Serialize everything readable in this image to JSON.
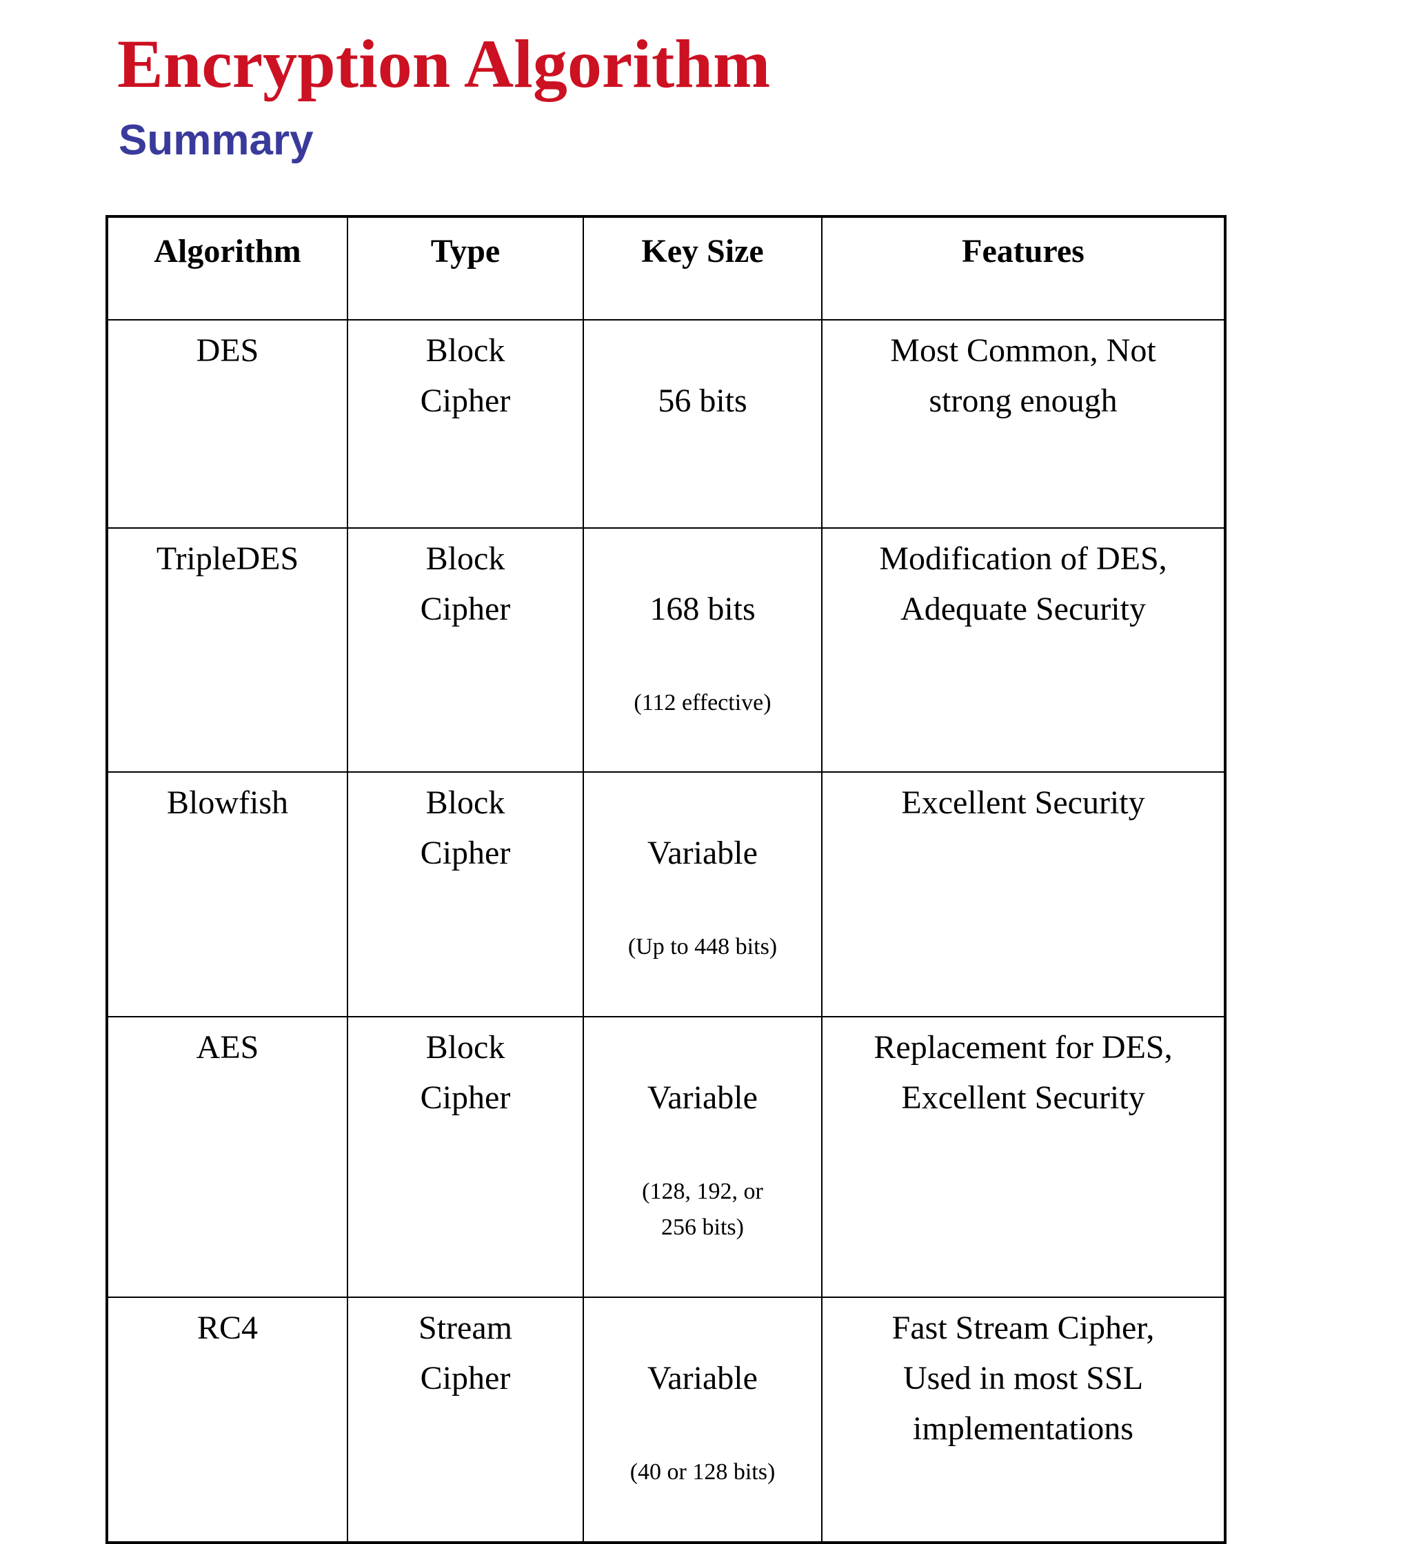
{
  "title": "Encryption Algorithm",
  "subtitle": "Summary",
  "colors": {
    "title": "#cc1122",
    "subtitle": "#3a3a9c",
    "text": "#000000",
    "border": "#000000",
    "background": "#ffffff"
  },
  "table": {
    "headers": [
      "Algorithm",
      "Type",
      "Key Size",
      "Features"
    ],
    "rows": [
      {
        "algorithm": "DES",
        "type": "Block\nCipher",
        "key_size": "56 bits",
        "key_size_note": "",
        "features": "Most Common, Not\nstrong enough"
      },
      {
        "algorithm": "TripleDES",
        "type": "Block\nCipher",
        "key_size": "168 bits",
        "key_size_note": "(112 effective)",
        "features": "Modification of DES,\nAdequate Security"
      },
      {
        "algorithm": "Blowfish",
        "type": "Block\nCipher",
        "key_size": "Variable",
        "key_size_note": "(Up to 448 bits)",
        "features": "Excellent Security"
      },
      {
        "algorithm": "AES",
        "type": "Block\nCipher",
        "key_size": "Variable",
        "key_size_note": "(128, 192, or\n256 bits)",
        "features": "Replacement for DES,\nExcellent Security"
      },
      {
        "algorithm": "RC4",
        "type": "Stream\nCipher",
        "key_size": "Variable",
        "key_size_note": "(40 or 128 bits)",
        "features": "Fast Stream Cipher,\nUsed in most SSL\nimplementations"
      }
    ]
  }
}
